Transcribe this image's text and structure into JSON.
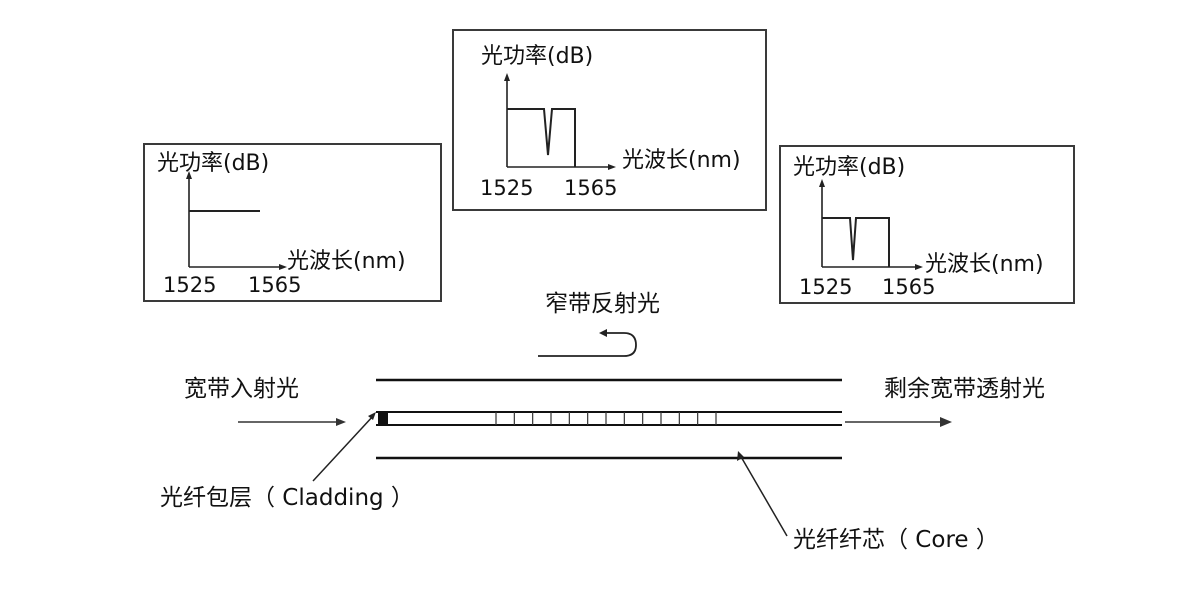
{
  "panels": {
    "left": {
      "ylabel": "光功率(dB)",
      "xlabel": "光波长(nm)",
      "x_start": "1525",
      "x_end": "1565",
      "spectrum": "flat"
    },
    "middle": {
      "ylabel": "光功率(dB)",
      "xlabel": "光波长(nm)",
      "x_start": "1525",
      "x_end": "1565",
      "spectrum": "notch"
    },
    "right": {
      "ylabel": "光功率(dB)",
      "xlabel": "光波长(nm)",
      "x_start": "1525",
      "x_end": "1565",
      "spectrum": "notch"
    }
  },
  "fiber": {
    "reflected_label": "窄带反射光",
    "input_label": "宽带入射光",
    "output_label": "剩余宽带透射光",
    "cladding_label": "光纤包层（ Cladding ）",
    "core_label": "光纤纤芯（ Core ）",
    "grating_period_count": 12
  }
}
